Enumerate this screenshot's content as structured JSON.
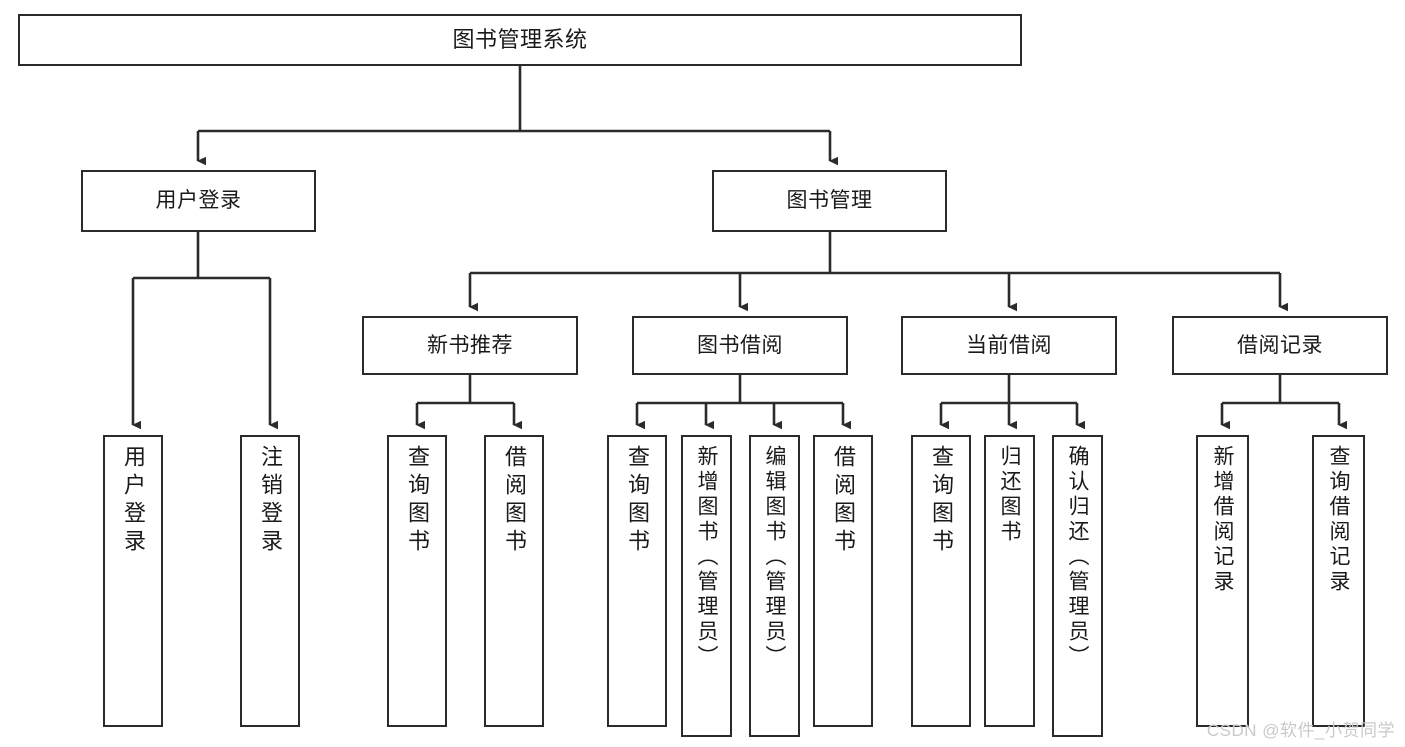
{
  "diagram": {
    "type": "hierarchy-tree",
    "title": "图书管理系统",
    "orientation": "top-down",
    "levels": 4,
    "nodes": {
      "root": {
        "label": "图书管理系统"
      },
      "level2": [
        {
          "id": "user-login",
          "label": "用户登录"
        },
        {
          "id": "book-management",
          "label": "图书管理"
        }
      ],
      "level3": [
        {
          "id": "new-book-recommend",
          "label": "新书推荐"
        },
        {
          "id": "book-borrow",
          "label": "图书借阅"
        },
        {
          "id": "current-borrow",
          "label": "当前借阅"
        },
        {
          "id": "borrow-record",
          "label": "借阅记录"
        }
      ],
      "leaves": [
        {
          "id": "leaf-user-login",
          "label": "用户登录",
          "parent": "user-login"
        },
        {
          "id": "leaf-logout-login",
          "label": "注销登录",
          "parent": "user-login"
        },
        {
          "id": "leaf-query-book-1",
          "label": "查询图书",
          "parent": "new-book-recommend"
        },
        {
          "id": "leaf-borrow-book-1",
          "label": "借阅图书",
          "parent": "new-book-recommend"
        },
        {
          "id": "leaf-query-book-2",
          "label": "查询图书",
          "parent": "book-borrow"
        },
        {
          "id": "leaf-add-book-admin",
          "label": "新增图书（管理员）",
          "parent": "book-borrow"
        },
        {
          "id": "leaf-edit-book-admin",
          "label": "编辑图书（管理员）",
          "parent": "book-borrow"
        },
        {
          "id": "leaf-borrow-book-2",
          "label": "借阅图书",
          "parent": "book-borrow"
        },
        {
          "id": "leaf-query-book-3",
          "label": "查询图书",
          "parent": "current-borrow"
        },
        {
          "id": "leaf-return-book",
          "label": "归还图书",
          "parent": "current-borrow"
        },
        {
          "id": "leaf-confirm-return-admin",
          "label": "确认归还（管理员）",
          "parent": "current-borrow"
        },
        {
          "id": "leaf-add-borrow-record",
          "label": "新增借阅记录",
          "parent": "borrow-record"
        },
        {
          "id": "leaf-query-borrow-record",
          "label": "查询借阅记录",
          "parent": "borrow-record"
        }
      ]
    },
    "colors": {
      "background": "#ffffff",
      "box_border": "#2b2b2b",
      "box_fill": "#ffffff",
      "text": "#1a1a1a",
      "connector": "#2b2b2b",
      "watermark": "#c9c9c9"
    }
  },
  "watermark": {
    "text": "CSDN @软件_小贺同学"
  }
}
